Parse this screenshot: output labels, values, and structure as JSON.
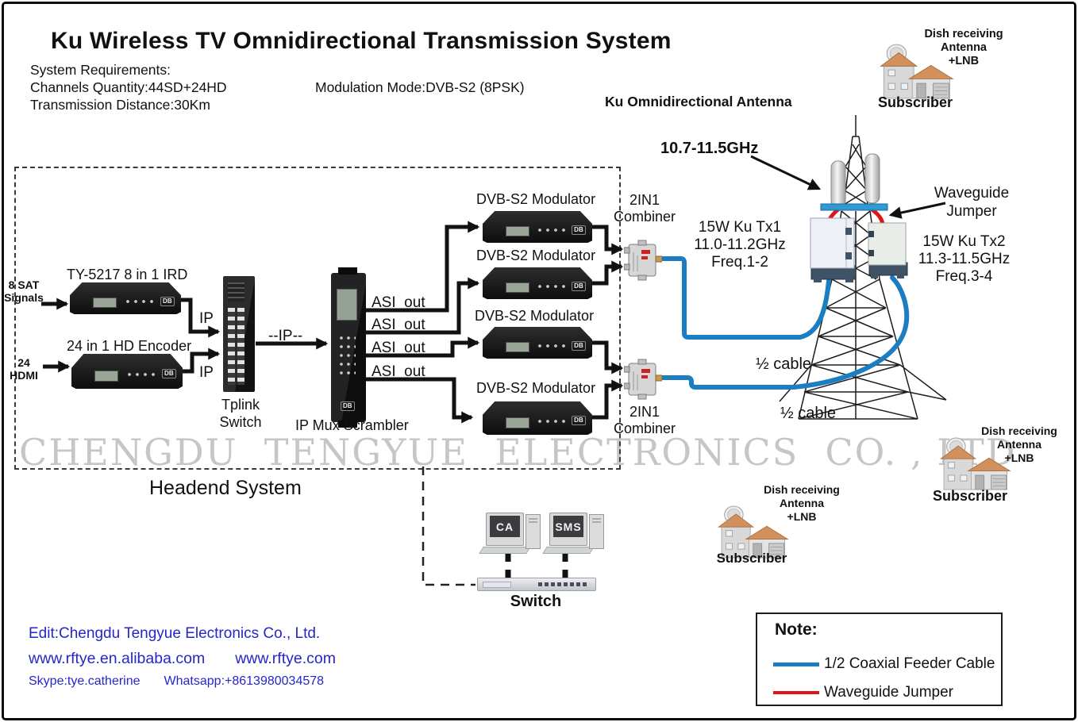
{
  "title": "Ku Wireless TV Omnidirectional Transmission System",
  "requirements": {
    "heading": "System Requirements:",
    "channels": "Channels Quantity:44SD+24HD",
    "distance": "Transmission Distance:30Km",
    "modulation": "Modulation Mode:DVB-S2 (8PSK)"
  },
  "rf": {
    "antenna_label": "Ku Omnidirectional Antenna",
    "freq_range": "10.7-11.5GHz",
    "waveguide_l1": "Waveguide",
    "waveguide_l2": "Jumper",
    "tx1_l1": "15W Ku Tx1",
    "tx1_l2": "11.0-11.2GHz",
    "tx1_l3": "Freq.1-2",
    "tx2_l1": "15W Ku Tx2",
    "tx2_l2": "11.3-11.5GHz",
    "tx2_l3": "Freq.3-4",
    "cable1": "½ cable",
    "cable2": "½ cable"
  },
  "headend": {
    "caption": "Headend System",
    "input1_l1": "8 SAT",
    "input1_l2": "Signals",
    "input2_l1": "24",
    "input2_l2": "HDMI",
    "ird_label": "TY-5217 8 in 1 IRD",
    "encoder_label": "24 in 1 HD Encoder",
    "ip_label_1": "IP",
    "ip_label_2": "IP",
    "ip_label_3": "--IP--",
    "switch_l1": "Tplink",
    "switch_l2": "Switch",
    "scrambler_label": "IP Mux Scrambler",
    "asi": [
      "ASI  out",
      "ASI  out",
      "ASI  out",
      "ASI  out"
    ],
    "modulators": [
      "DVB-S2 Modulator",
      "DVB-S2 Modulator",
      "DVB-S2 Modulator",
      "DVB-S2 Modulator"
    ],
    "combiner1_l1": "2IN1",
    "combiner1_l2": "Combiner",
    "combiner2_l1": "2IN1",
    "combiner2_l2": "Combiner"
  },
  "management": {
    "ca_label": "CA",
    "sms_label": "SMS",
    "switch_label": "Switch"
  },
  "subscribers": [
    {
      "dish_l1": "Dish receiving",
      "dish_l2": "Antenna",
      "dish_l3": "+LNB",
      "name": "Subscriber"
    },
    {
      "dish_l1": "Dish receiving",
      "dish_l2": "Antenna",
      "dish_l3": "+LNB",
      "name": "Subscriber"
    },
    {
      "dish_l1": "Dish receiving",
      "dish_l2": "Antenna",
      "dish_l3": "+LNB",
      "name": "Subscriber"
    }
  ],
  "watermark": "CHENGDU  TENGYUE  ELECTRONICS  CO. , LTD",
  "footer": {
    "edit": "Edit:Chengdu Tengyue Electronics Co., Ltd.",
    "url1": "www.rftye.en.alibaba.com",
    "url2": "www.rftye.com",
    "skype": "Skype:tye.catherine",
    "whatsapp": "Whatsapp:+8613980034578"
  },
  "note": {
    "heading": "Note:",
    "legend": [
      {
        "label": "1/2 Coaxial Feeder Cable",
        "color": "#1b7ec2"
      },
      {
        "label": "Waveguide Jumper",
        "color": "#e01616"
      }
    ]
  },
  "db_logo": "DB",
  "colors": {
    "cable_blue": "#1b7ec2",
    "jumper_red": "#e01616",
    "footer_blue": "#2626c9",
    "watermark_gray": "#c6c6c6",
    "antenna_bar_blue": "#2f9ad2"
  }
}
